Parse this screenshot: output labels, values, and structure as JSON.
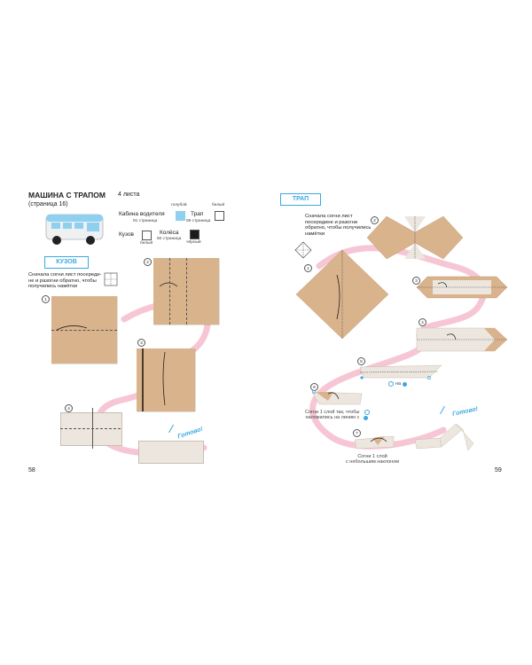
{
  "left": {
    "title": "МАШИНА С ТРАПОМ",
    "subtitle": "(страница 16)",
    "sheets": "4 листа",
    "legend": {
      "cabin_label": "Кабина водителя",
      "cabin_page": "91 страница",
      "ramp_label": "Трап",
      "ramp_page": "59 страница",
      "body_label": "Кузов",
      "wheels_label": "Колёса",
      "wheels_page": "60 страница",
      "color_blue": "голубой",
      "color_white_top": "белый",
      "color_white_bottom": "белый",
      "color_black": "чёрный"
    },
    "section_tag": "КУЗОВ",
    "instruction": "Сначала согни лист посереди-\nне и разогни обратно, чтобы\nполучились намётки",
    "steps": [
      "1",
      "2",
      "3",
      "4"
    ],
    "done": "Готово!",
    "page_number": "58"
  },
  "right": {
    "section_tag": "ТРАП",
    "instruction": "Сначала согни лист\nпосередине и разогни\nобратно, чтобы получились\nнамётки",
    "steps": [
      "1",
      "2",
      "3",
      "4",
      "5",
      "6",
      "7"
    ],
    "step5_note": "на",
    "step6_note": "Согни 1 слой так, чтобы\nналожились на линию с",
    "step7_note": "Согни 1 слой\nс небольшим наклоном",
    "done": "Готово!",
    "page_number": "59"
  },
  "colors": {
    "accent_blue": "#3aa9e0",
    "path_pink": "#f7c6d4",
    "paper_brown": "#d9b38c",
    "paper_white": "#ece6df"
  }
}
